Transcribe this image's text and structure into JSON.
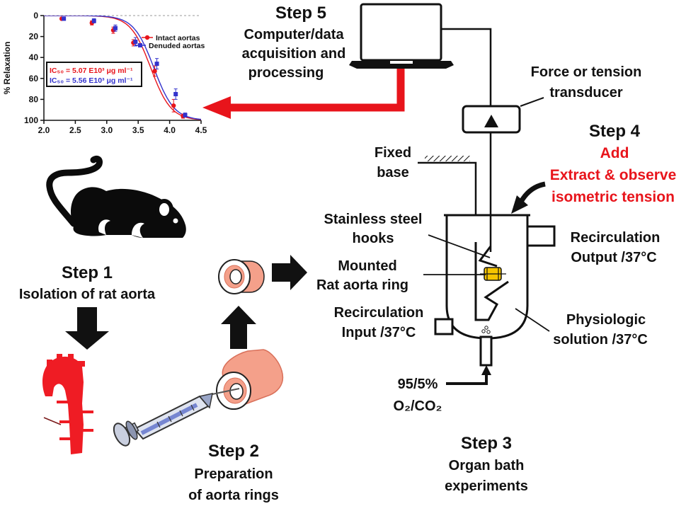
{
  "chart_data": {
    "type": "scatter",
    "xlim": [
      2.0,
      4.5
    ],
    "ylim": [
      0,
      100
    ],
    "y_inverted": true,
    "ylabel": "% Relaxation",
    "xlabel": "",
    "xticks": [
      "2.0",
      "2.5",
      "3.0",
      "3.5",
      "4.0",
      "4.5"
    ],
    "yticks": [
      "0",
      "20",
      "40",
      "60",
      "80",
      "100"
    ],
    "legend_position": "top-right",
    "series": [
      {
        "name": "Intact aortas",
        "color": "#e8141b",
        "marker": "circle",
        "x": [
          2.3,
          2.78,
          3.12,
          3.44,
          3.78,
          4.08,
          4.23
        ],
        "y": [
          3,
          7,
          14,
          26,
          53,
          86,
          96
        ],
        "err": [
          1,
          2,
          3,
          3,
          5,
          6,
          2
        ]
      },
      {
        "name": "Denuded aortas",
        "color": "#3333cc",
        "marker": "square",
        "x": [
          2.3,
          2.78,
          3.12,
          3.44,
          3.78,
          4.08,
          4.23
        ],
        "y": [
          3,
          5,
          12,
          25,
          46,
          75,
          95
        ],
        "err": [
          1,
          2,
          3,
          4,
          5,
          5,
          2
        ]
      }
    ],
    "ic50": {
      "intact": "IC₅₀ = 5.07 E10³ μg ml⁻¹",
      "denuded": "IC₅₀ = 5.56 E10³ μg ml⁻¹"
    }
  },
  "labels": {
    "step5_title": "Step 5",
    "step5_line1": "Computer/data",
    "step5_line2": "acquisition and",
    "step5_line3": "processing",
    "transducer_line1": "Force or tension",
    "transducer_line2": "transducer",
    "step4_title": "Step 4",
    "step4_add": "Add",
    "step4_line2": "Extract & observe",
    "step4_line3": "isometric tension",
    "fixed_base_line1": "Fixed",
    "fixed_base_line2": "base",
    "hooks_line1": "Stainless steel",
    "hooks_line2": "hooks",
    "mounted_line1": "Mounted",
    "mounted_line2": "Rat aorta ring",
    "recirc_in_line1": "Recirculation",
    "recirc_in_line2": "Input /37°C",
    "recirc_out_line1": "Recirculation",
    "recirc_out_line2": "Output /37°C",
    "physio_line1": "Physiologic",
    "physio_line2": "solution /37°C",
    "gas_line1": "95/5%",
    "gas_line2": "O₂/CO₂",
    "step1_title": "Step 1",
    "step1_sub": "Isolation of rat aorta",
    "step2_title": "Step 2",
    "step2_line1": "Preparation",
    "step2_line2": "of aorta rings",
    "step3_title": "Step 3",
    "step3_line1": "Organ bath",
    "step3_line2": "experiments"
  },
  "colors": {
    "red_accent": "#e8141b",
    "aorta_red": "#ef1c24",
    "ring_salmon": "#f4a08a",
    "ring_edge": "#d9705a",
    "hook_yellow": "#f5c400"
  }
}
